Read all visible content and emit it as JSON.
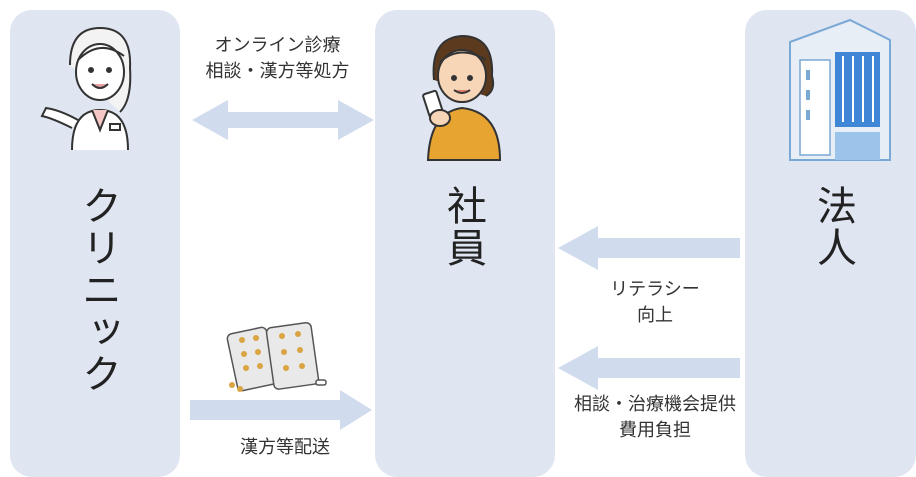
{
  "header_fragment": "",
  "panels": {
    "clinic": "クリニック",
    "employee": "社員",
    "corporation": "法人"
  },
  "flows": {
    "clinic_employee_top_line1": "オンライン診療",
    "clinic_employee_top_line2": "相談・漢方等処方",
    "clinic_to_employee_bottom": "漢方等配送",
    "corp_to_employee_1_line1": "リテラシー",
    "corp_to_employee_1_line2": "向上",
    "corp_to_employee_2_line1": "相談・治療機会提供",
    "corp_to_employee_2_line2": "費用負担"
  },
  "colors": {
    "panel": "#dfe6f2",
    "arrow": "#d0dbee",
    "text": "#333333"
  },
  "icons": [
    "doctor-illustration",
    "phone-user-illustration",
    "building-illustration",
    "medicine-pills-illustration"
  ]
}
